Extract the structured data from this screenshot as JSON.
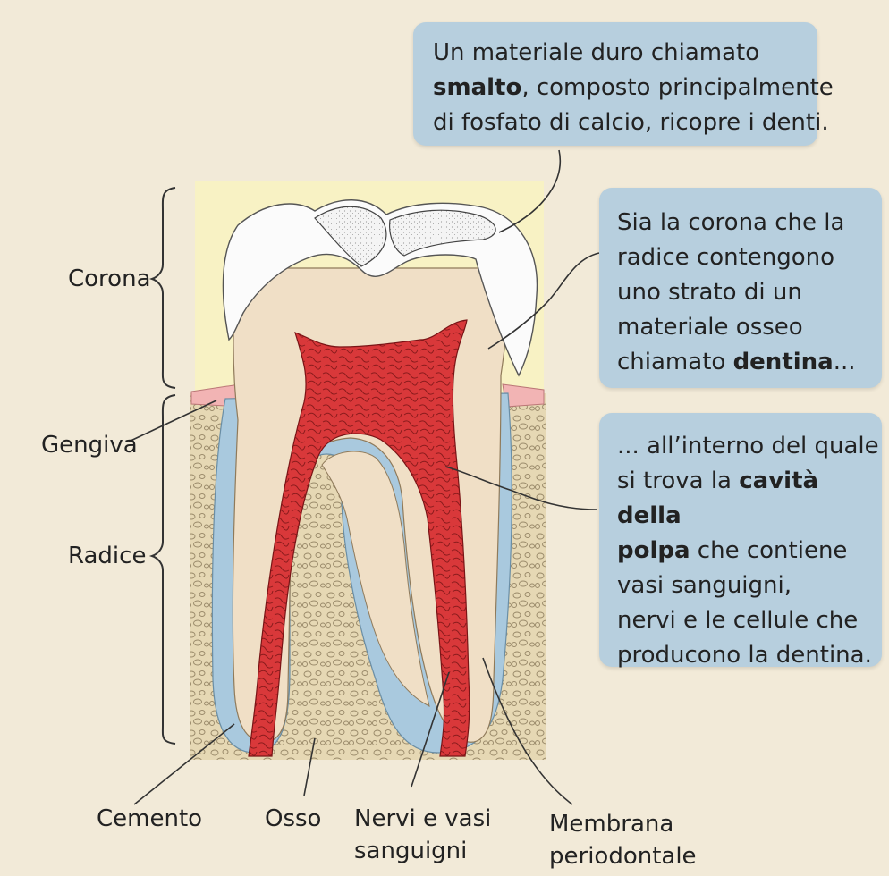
{
  "callouts": {
    "smalto": {
      "line1": "Un materiale duro chiamato",
      "bold": "smalto",
      "line2_rest": ", composto principalmente",
      "line3": "di fosfato di calcio, ricopre i denti."
    },
    "dentina": {
      "line1": "Sia la corona che la",
      "line2": "radice contengono",
      "line3": "uno strato di un",
      "line4": "materiale osseo",
      "line5_prefix": "chiamato ",
      "bold": "dentina",
      "line5_suffix": "..."
    },
    "polpa": {
      "line1": "... all’interno del quale",
      "line2_prefix": "si trova la ",
      "bold1": "cavità della",
      "bold2": "polpa",
      "line3_suffix": " che contiene",
      "line4": "vasi sanguigni,",
      "line5": "nervi e le cellule che",
      "line6": "producono la dentina."
    }
  },
  "labels": {
    "corona": "Corona",
    "gengiva": "Gengiva",
    "radice": "Radice",
    "cemento": "Cemento",
    "osso": "Osso",
    "nervi_line1": "Nervi e vasi",
    "nervi_line2": "sanguigni",
    "membrana_line1": "Membrana",
    "membrana_line2": "periodontale"
  },
  "colors": {
    "background": "#f2ead8",
    "callout": "#b7cfde",
    "crown_bg": "#f8f2c4",
    "enamel": "#fbfbfb",
    "dentin": "#f0dfc6",
    "pulp": "#d9383a",
    "gum": "#f2b4b4",
    "periodontal": "#a9c9de",
    "bone": "#e6d8b4"
  }
}
